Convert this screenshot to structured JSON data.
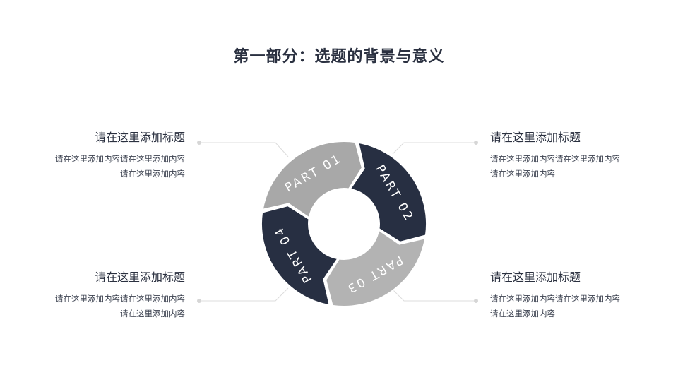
{
  "title": "第一部分：选题的背景与意义",
  "segments": [
    {
      "label": "PART 01",
      "color": "#a8a8a8",
      "text_color": "#ffffff"
    },
    {
      "label": "PART 02",
      "color": "#272f42",
      "text_color": "#ffffff"
    },
    {
      "label": "PART 03",
      "color": "#b3b3b3",
      "text_color": "#ffffff"
    },
    {
      "label": "PART 04",
      "color": "#272f42",
      "text_color": "#ffffff"
    }
  ],
  "blocks": {
    "top_left": {
      "heading": "请在这里添加标题",
      "line1": "请在这里添加内容请在这里添加内容",
      "line2": "请在这里添加内容"
    },
    "bottom_left": {
      "heading": "请在这里添加标题",
      "line1": "请在这里添加内容请在这里添加内容",
      "line2": "请在这里添加内容"
    },
    "top_right": {
      "heading": "请在这里添加标题",
      "line1": "请在这里添加内容请在这里添加内容",
      "line2": "请在这里添加内容"
    },
    "bottom_right": {
      "heading": "请在这里添加标题",
      "line1": "请在这里添加内容请在这里添加内容",
      "line2": "请在这里添加内容"
    }
  }
}
